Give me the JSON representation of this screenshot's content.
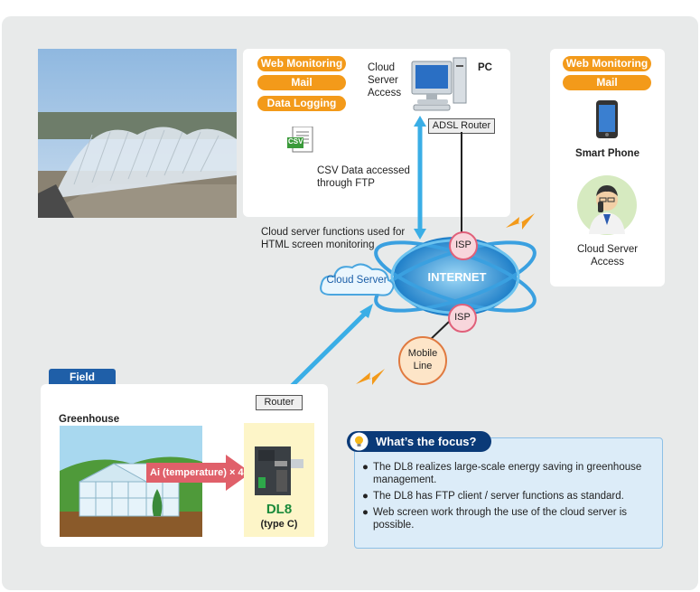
{
  "top_panel": {
    "pills": [
      "Web Monitoring",
      "Mail",
      "Data Logging"
    ],
    "csv_icon_label": "CSV",
    "cloud_access": "Cloud\nServer\nAccess",
    "pc_label": "PC",
    "adsl_router": "ADSL Router",
    "csv_note": "CSV Data accessed\nthrough FTP"
  },
  "right_panel": {
    "pills": [
      "Web Monitoring",
      "Mail"
    ],
    "smartphone": "Smart Phone",
    "cloud_access": "Cloud Server\nAccess"
  },
  "network": {
    "cloud_functions_note": "Cloud server functions used for\nHTML screen monitoring",
    "cloud_server": "Cloud Server",
    "internet": "INTERNET",
    "isp_top": "ISP",
    "isp_bottom": "ISP",
    "mobile_line": "Mobile\nLine"
  },
  "field": {
    "tab": "Field",
    "greenhouse": "Greenhouse",
    "router": "Router",
    "arrow_label": "Ai (temperature) × 4",
    "device_name": "DL8",
    "device_type": "(type C)"
  },
  "focus": {
    "title": "What’s the focus?",
    "items": [
      "The DL8 realizes large-scale energy saving in greenhouse management.",
      "The DL8 has FTP client / server functions as standard.",
      "Web screen work through the use of the cloud server is possible."
    ]
  },
  "colors": {
    "accent_orange": "#f39a1a",
    "focus_blue": "#0a3a78",
    "link_blue": "#3aaee6",
    "device_green": "#1a8a3a"
  }
}
